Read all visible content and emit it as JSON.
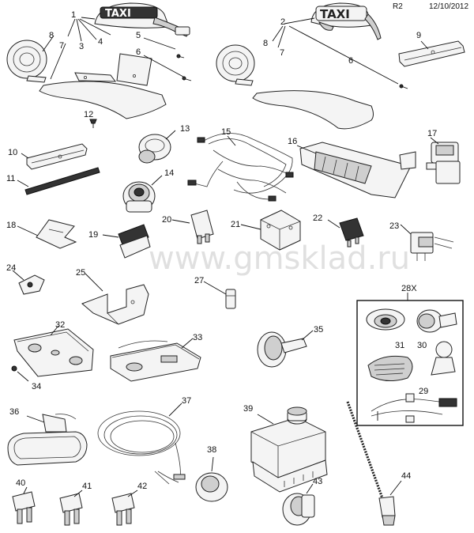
{
  "header": {
    "revision": "R2",
    "date": "12/10/2012"
  },
  "watermark": "www.gmsklad.ru",
  "taxi_text": "TAXI",
  "group_label": "28X",
  "callouts": {
    "c1": "1",
    "c2": "2",
    "c3": "3",
    "c4": "4",
    "c5": "5",
    "c6a": "6",
    "c6b": "6",
    "c7a": "7",
    "c7b": "7",
    "c8a": "8",
    "c8b": "8",
    "c9": "9",
    "c10": "10",
    "c11": "11",
    "c12": "12",
    "c13": "13",
    "c14": "14",
    "c15": "15",
    "c16": "16",
    "c17": "17",
    "c18": "18",
    "c19": "19",
    "c20": "20",
    "c21": "21",
    "c22": "22",
    "c23": "23",
    "c24": "24",
    "c25": "25",
    "c27": "27",
    "c28x": "28X",
    "c29": "29",
    "c30": "30",
    "c31": "31",
    "c32": "32",
    "c33": "33",
    "c34": "34",
    "c35": "35",
    "c36": "36",
    "c37": "37",
    "c38": "38",
    "c39": "39",
    "c40": "40",
    "c41": "41",
    "c42": "42",
    "c43": "43",
    "c44": "44"
  }
}
